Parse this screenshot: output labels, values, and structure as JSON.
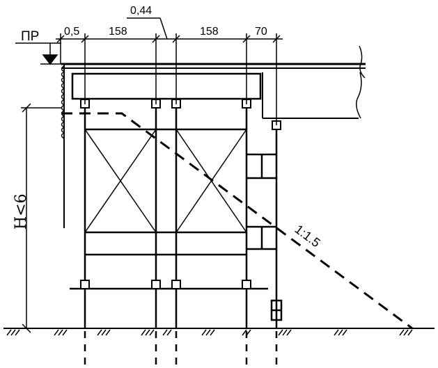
{
  "labels": {
    "pr": "ПР",
    "dim_small": "0,5",
    "dim_spacing": "0,44",
    "dim_span1": "158",
    "dim_span2": "158",
    "dim_end": "70",
    "height": "H<6",
    "slope": "1:1.5"
  }
}
